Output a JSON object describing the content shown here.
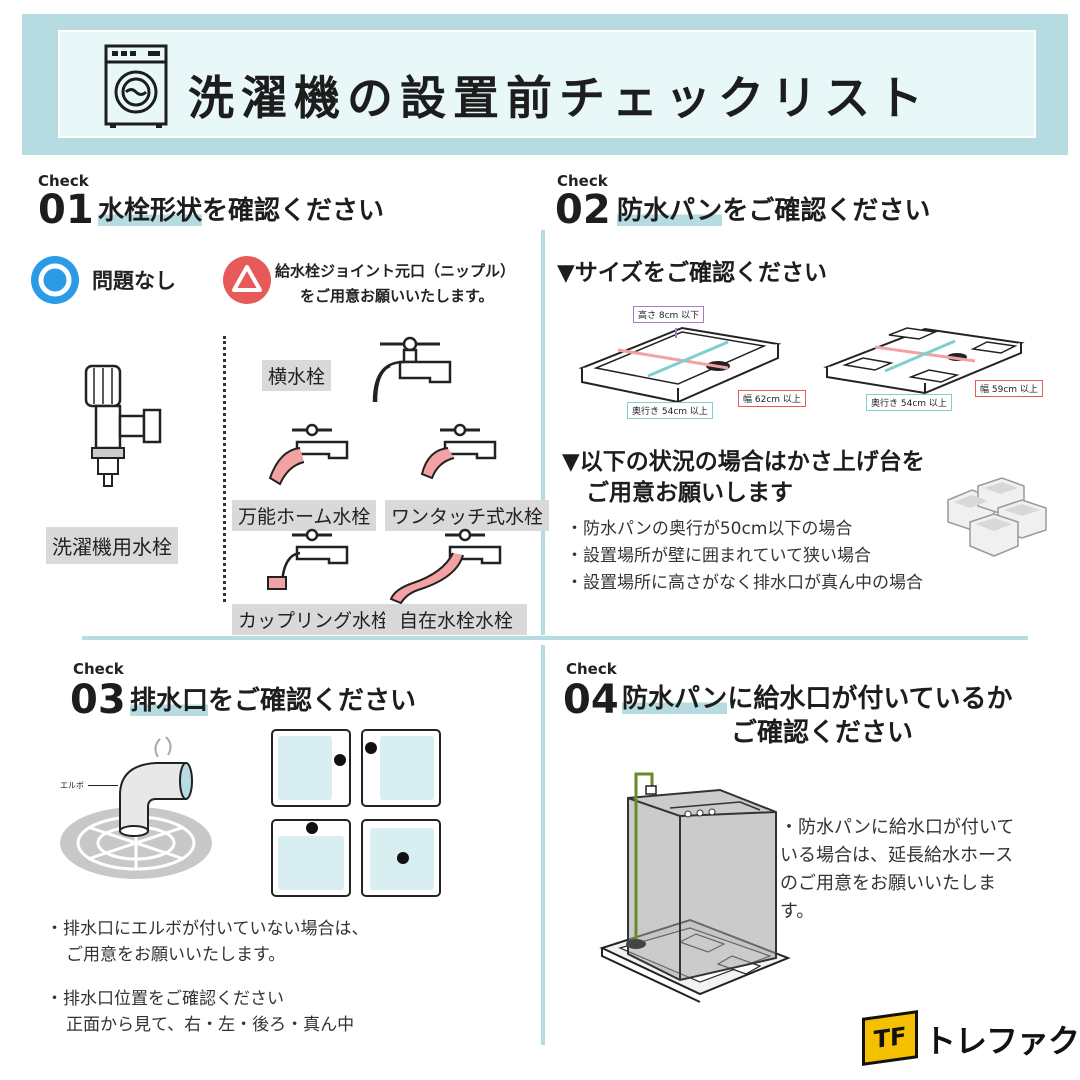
{
  "header": {
    "title": "洗濯機の設置前チェックリスト"
  },
  "check_label": "Check",
  "sec1": {
    "num": "01",
    "title_hl": "水栓形状",
    "title_rest": "を確認ください",
    "ok_label": "問題なし",
    "warn_line1": "給水栓ジョイント元口（ニップル）",
    "warn_line2": "をご用意お願いいたします。",
    "main_faucet": "洗濯機用水栓",
    "faucets": [
      "横水栓",
      "万能ホーム水栓",
      "ワンタッチ式水栓",
      "カップリング水栓",
      "自在水栓水栓"
    ]
  },
  "sec2": {
    "num": "02",
    "title_hl": "防水パン",
    "title_rest": "をご確認ください",
    "size_head": "▼サイズをご確認ください",
    "pan1": {
      "height": "高さ 8cm 以下",
      "width": "幅 62cm 以上",
      "depth": "奥行き 54cm 以上"
    },
    "pan2": {
      "width": "幅 59cm 以上",
      "depth": "奥行き 54cm 以上"
    },
    "riser_head1": "▼以下の状況の場合はかさ上げ台を",
    "riser_head2": "ご用意お願いします",
    "bullets": [
      "・防水パンの奥行が50cm以下の場合",
      "・設置場所が壁に囲まれていて狭い場合",
      "・設置場所に高さがなく排水口が真ん中の場合"
    ]
  },
  "sec3": {
    "num": "03",
    "title_hl": "排水口",
    "title_rest": "をご確認ください",
    "elbow_label": "エルボ",
    "bullet1_line1": "・排水口にエルボが付いていない場合は、",
    "bullet1_line2": "ご用意をお願いいたします。",
    "bullet2_line1": "・排水口位置をご確認ください",
    "bullet2_line2": "正面から見て、右・左・後ろ・真ん中"
  },
  "sec4": {
    "num": "04",
    "title_hl": "防水パン",
    "title_rest": "に給水口が付いているか",
    "title_line2": "ご確認ください",
    "note_lines": [
      "・防水パンに給水口が付いて",
      "いる場合は、延長給水ホース",
      "のご用意をお願いいたしま",
      "す。"
    ]
  },
  "logo": {
    "mark": "TF",
    "text": "トレファク"
  },
  "colors": {
    "accent": "#b6dbe0",
    "header_bg": "#e8f8f9",
    "ok_blue": "#2b9be8",
    "warn_red": "#e85a5a",
    "pink": "#f2a2a2",
    "teal_line": "#7fcfcf"
  }
}
